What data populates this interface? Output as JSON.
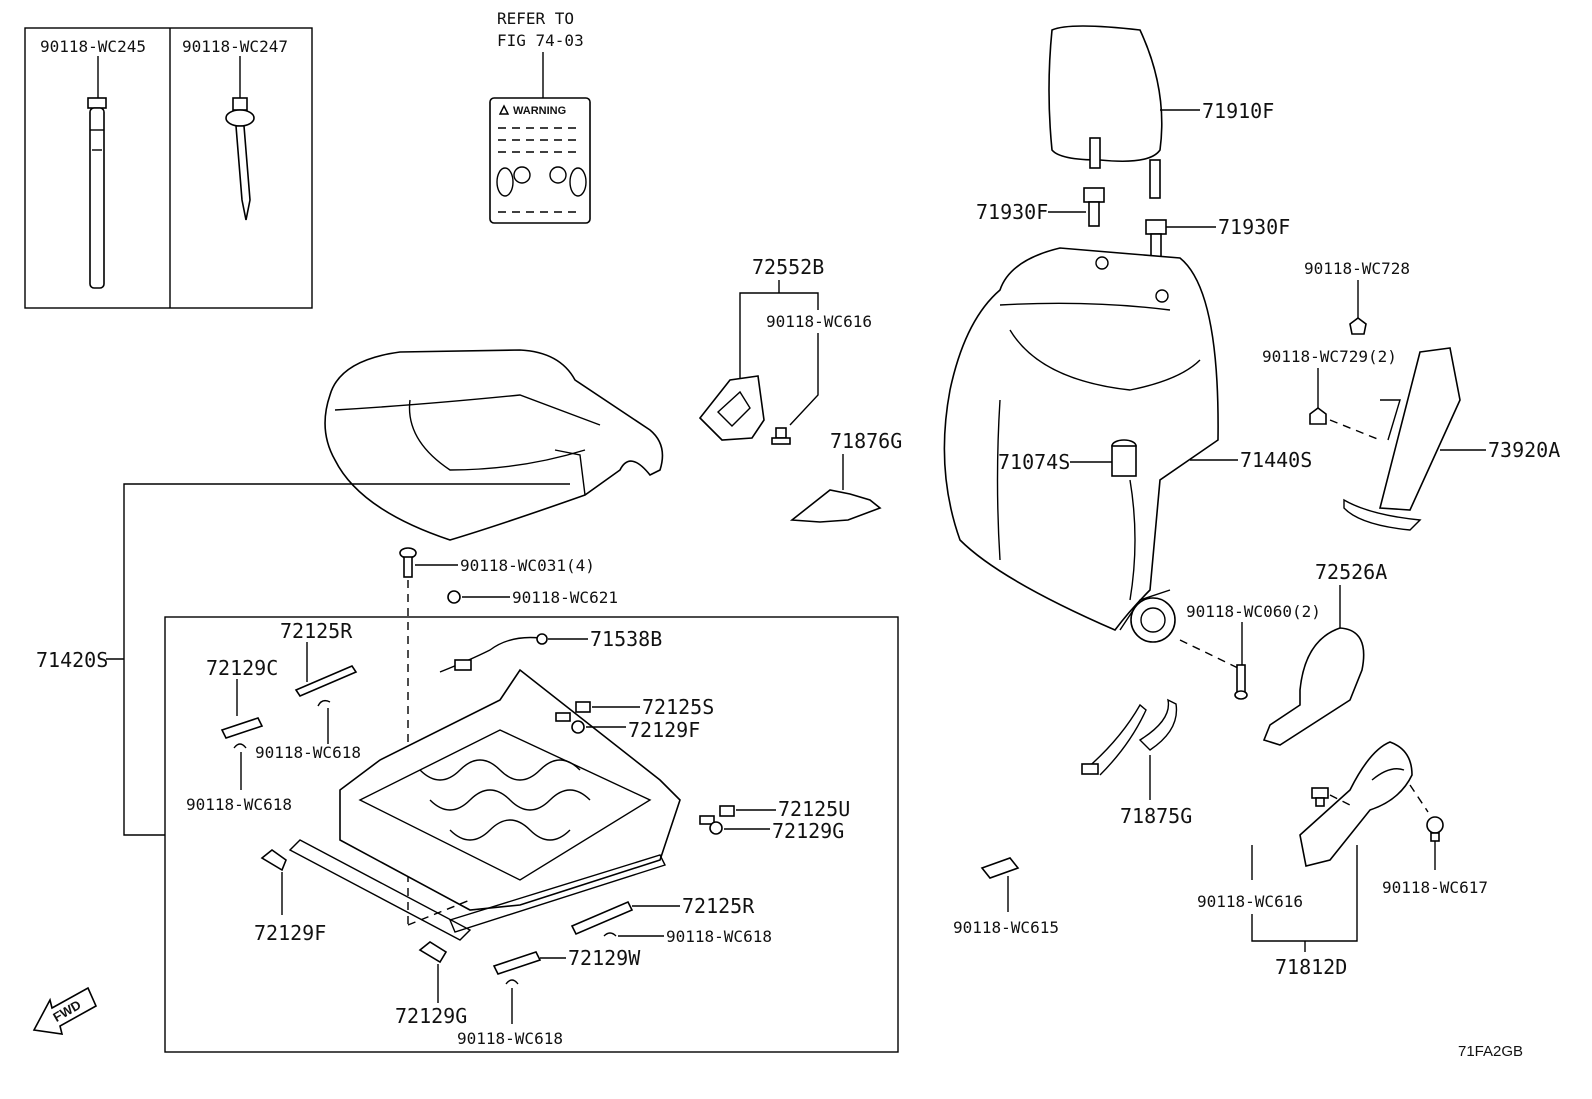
{
  "refer_note": {
    "line1": "REFER TO",
    "line2": "FIG 74-03"
  },
  "warning_label": {
    "title": "WARNING"
  },
  "fwd_label": "FWD",
  "figure_code": "71FA2GB",
  "parts": {
    "clip_wc245": "90118-WC245",
    "clip_wc247": "90118-WC247",
    "headrest": "71910F",
    "headrest_support_left": "71930F",
    "headrest_support_right": "71930F",
    "bracket_72552b": "72552B",
    "clip_wc616_top": "90118-WC616",
    "clip_wc728": "90118-WC728",
    "nut_wc729": "90118-WC729(2)",
    "cover_71876g": "71876G",
    "pad_71074s": "71074S",
    "back_cover_71440s": "71440S",
    "shield_73920a": "73920A",
    "bolt_wc031": "90118-WC031(4)",
    "clip_wc621": "90118-WC621",
    "cushion_cover_71420s": "71420S",
    "cover_72526a": "72526A",
    "screw_wc060": "90118-WC060(2)",
    "cover_72125r_top": "72125R",
    "wire_71538b": "71538B",
    "cover_72129c": "72129C",
    "cover_72125s": "72125S",
    "cover_72129f_right": "72129F",
    "clip_wc618_a": "90118-WC618",
    "clip_wc618_b": "90118-WC618",
    "cover_72125u": "72125U",
    "cover_72129g_right": "72129G",
    "wire_71875g": "71875G",
    "clip_wc616_bottom": "90118-WC616",
    "clip_wc617": "90118-WC617",
    "cover_72129f_left": "72129F",
    "clip_wc615": "90118-WC615",
    "cover_72125r_bottom": "72125R",
    "clip_wc618_c": "90118-WC618",
    "cover_72129w": "72129W",
    "cover_71812d": "71812D",
    "cover_72129g_bottom": "72129G",
    "clip_wc618_d": "90118-WC618"
  }
}
